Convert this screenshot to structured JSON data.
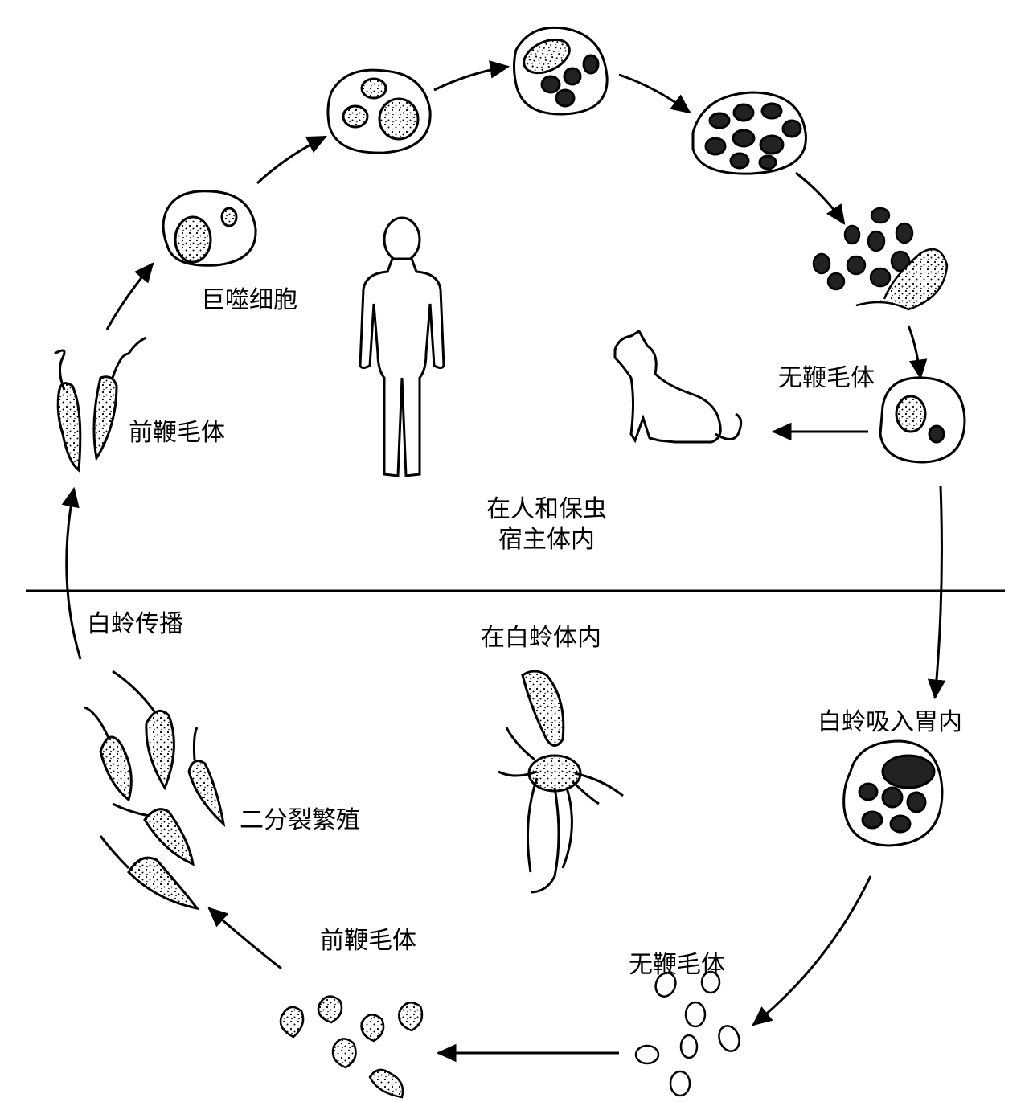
{
  "labels": {
    "macrophage": "巨噬细胞",
    "promastigote_host": "前鞭毛体",
    "amastigote_host": "无鞭毛体",
    "in_host_line1": "在人和保虫",
    "in_host_line2": "宿主体内",
    "sandfly_transmission": "白蛉传播",
    "in_sandfly": "在白蛉体内",
    "sandfly_ingest": "白蛉吸入胃内",
    "binary_fission": "二分裂繁殖",
    "promastigote_fly": "前鞭毛体",
    "amastigote_fly": "无鞭毛体"
  },
  "colors": {
    "ink": "#000000",
    "background": "#ffffff"
  },
  "icons": [
    "human-figure",
    "dog",
    "sandfly",
    "macrophage-cell",
    "amastigote",
    "promastigote"
  ]
}
